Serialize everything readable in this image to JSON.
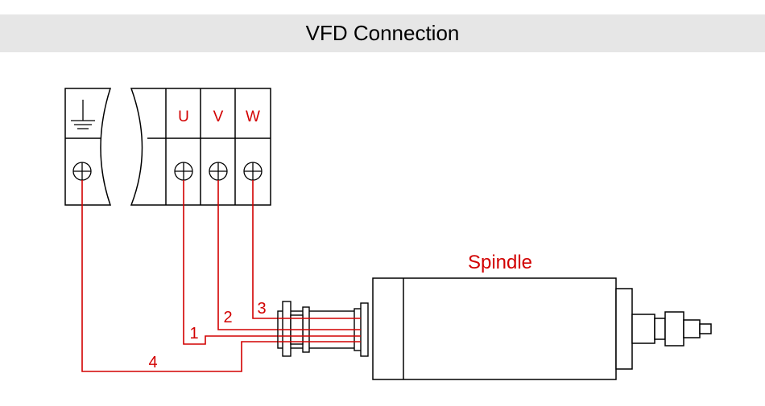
{
  "title": "VFD Connection",
  "terminals": {
    "u_label": "U",
    "v_label": "V",
    "w_label": "W",
    "ground_icon": "ground-icon",
    "screw_icon": "screw-terminal-icon"
  },
  "wires": {
    "wire_1": "1",
    "wire_2": "2",
    "wire_3": "3",
    "wire_4": "4"
  },
  "spindle": {
    "label": "Spindle"
  },
  "colors": {
    "wire": "#d20000",
    "label": "#d20000",
    "outline": "#000000",
    "title_bar": "#e6e6e6"
  }
}
